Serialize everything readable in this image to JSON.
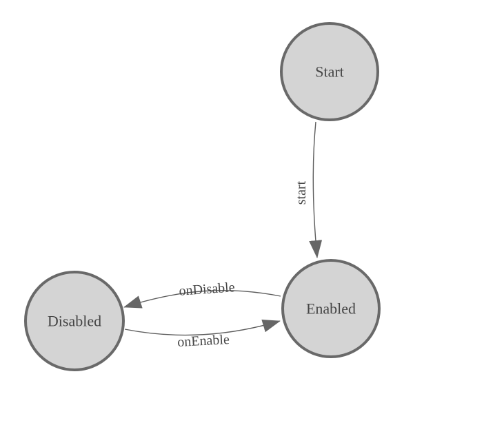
{
  "diagram": {
    "kind": "finite-state-machine",
    "colors": {
      "canvas_bg": "#ffffff",
      "node_fill": "#d4d4d4",
      "node_stroke": "#696969",
      "edge_stroke": "#5c5c5c",
      "arrow_fill": "#666666",
      "label_color": "#454545"
    },
    "nodes": [
      {
        "id": "start",
        "label": "Start"
      },
      {
        "id": "enabled",
        "label": "Enabled"
      },
      {
        "id": "disabled",
        "label": "Disabled"
      }
    ],
    "edges": [
      {
        "id": "start-transition",
        "label": "start",
        "from": "start",
        "to": "enabled"
      },
      {
        "id": "on-disable",
        "label": "onDisable",
        "from": "enabled",
        "to": "disabled"
      },
      {
        "id": "on-enable",
        "label": "onEnable",
        "from": "disabled",
        "to": "enabled"
      }
    ]
  }
}
